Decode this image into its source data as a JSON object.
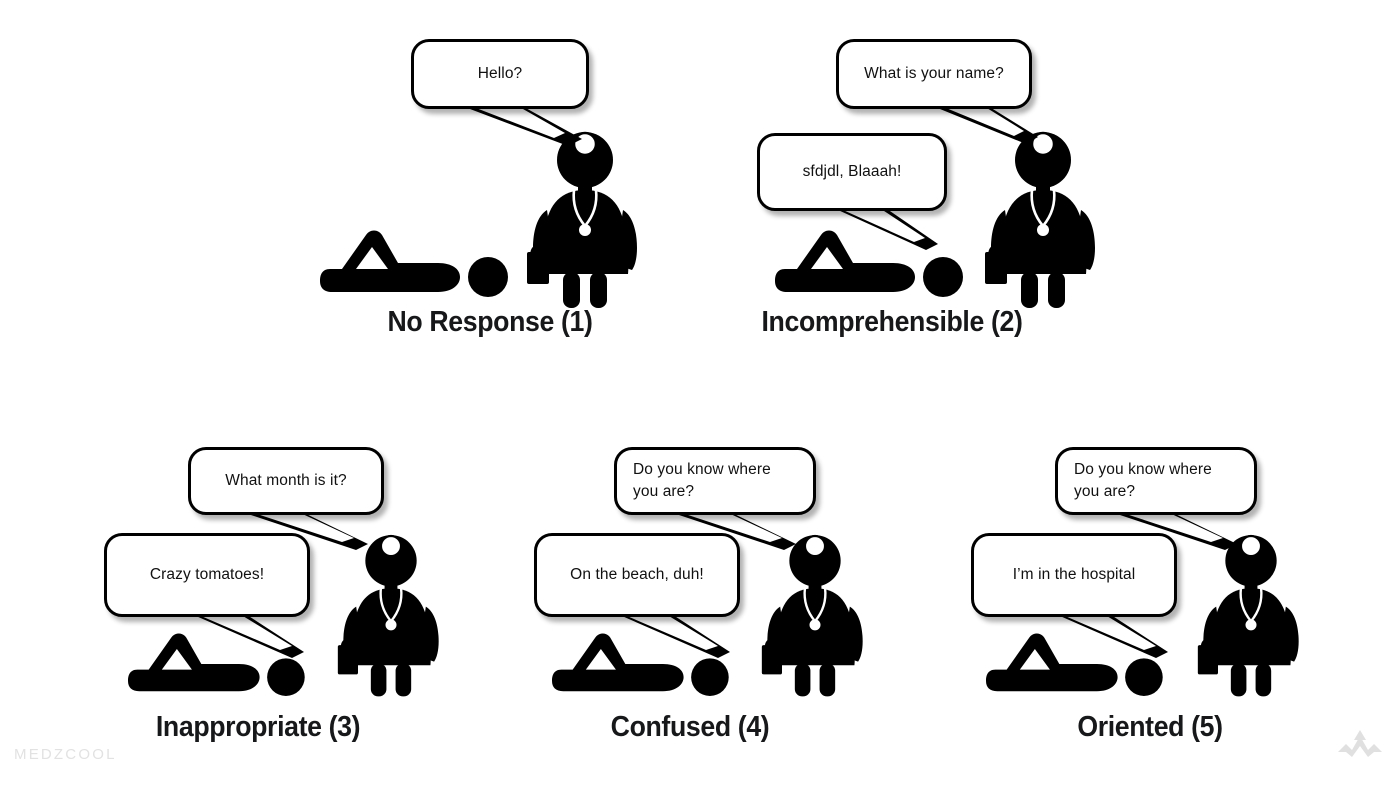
{
  "meta": {
    "background_color": "#ffffff",
    "ink_color": "#000000",
    "caption_color": "#17181a",
    "watermark_color": "#e2e2e2"
  },
  "watermark": {
    "brand_text": "MEDZCOOL",
    "logo_name": "medzcool-mountain-logo"
  },
  "panels": [
    {
      "id": "no-response",
      "caption": "No Response (1)",
      "score": 1,
      "doctor_line": "Hello?",
      "patient_line": null,
      "figures": [
        "doctor-figure",
        "patient-figure"
      ]
    },
    {
      "id": "incomprehensible",
      "caption": "Incomprehensible (2)",
      "score": 2,
      "doctor_line": "What is your name?",
      "patient_line": "sfdjdl, Blaaah!",
      "figures": [
        "doctor-figure",
        "patient-figure"
      ]
    },
    {
      "id": "inappropriate",
      "caption": "Inappropriate (3)",
      "score": 3,
      "doctor_line": "What month is it?",
      "patient_line": "Crazy tomatoes!",
      "figures": [
        "doctor-figure",
        "patient-figure"
      ]
    },
    {
      "id": "confused",
      "caption": "Confused (4)",
      "score": 4,
      "doctor_line": "Do you know where\nyou are?",
      "patient_line": "On the beach, duh!",
      "figures": [
        "doctor-figure",
        "patient-figure"
      ]
    },
    {
      "id": "oriented",
      "caption": "Oriented (5)",
      "score": 5,
      "doctor_line": "Do you know where\nyou are?",
      "patient_line": "I’m in the hospital",
      "figures": [
        "doctor-figure",
        "patient-figure"
      ]
    }
  ]
}
